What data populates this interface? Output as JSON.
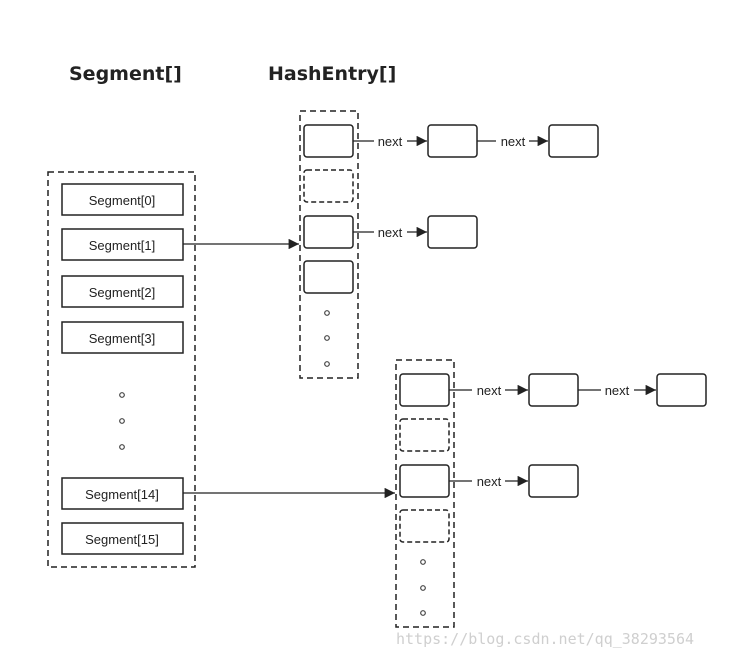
{
  "titles": {
    "segment_array": "Segment[]",
    "hashentry_array": "HashEntry[]"
  },
  "segments": [
    "Segment[0]",
    "Segment[1]",
    "Segment[2]",
    "Segment[3]",
    "Segment[14]",
    "Segment[15]"
  ],
  "next_label": "next",
  "watermark": "https://blog.csdn.net/qq_38293564"
}
